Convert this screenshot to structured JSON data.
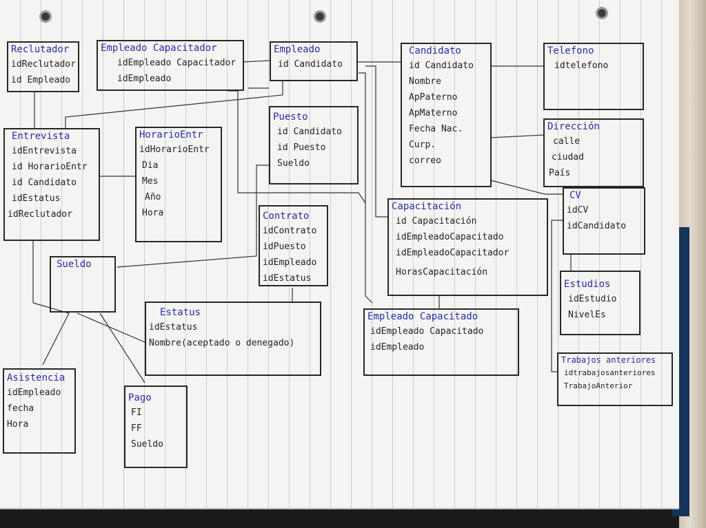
{
  "entities": {
    "reclutador": {
      "title": "Reclutador",
      "attrs": [
        "idReclutador",
        "id Empleado"
      ]
    },
    "empleado_capacitador": {
      "title": "Empleado Capacitador",
      "attrs": [
        "idEmpleado Capacitador",
        "idEmpleado"
      ]
    },
    "empleado": {
      "title": "Empleado",
      "attrs": [
        "id Candidato"
      ]
    },
    "candidato": {
      "title": "Candidato",
      "attrs": [
        "id Candidato",
        "Nombre",
        "ApPaterno",
        "ApMaterno",
        "Fecha Nac.",
        "Curp.",
        "correo"
      ]
    },
    "telefono": {
      "title": "Telefono",
      "attrs": [
        "idtelefono"
      ]
    },
    "entrevista": {
      "title": "Entrevista",
      "attrs": [
        "idEntrevista",
        "id HorarioEntr",
        "id Candidato",
        "idEstatus",
        "idReclutador"
      ]
    },
    "horario_entr": {
      "title": "HorarioEntr",
      "attrs": [
        "idHorarioEntr",
        "Dia",
        "Mes",
        "Año",
        "Hora"
      ]
    },
    "puesto": {
      "title": "Puesto",
      "attrs": [
        "id Candidato",
        "id Puesto",
        "Sueldo"
      ]
    },
    "direccion": {
      "title": "Dirección",
      "attrs": [
        "calle",
        "ciudad",
        "País"
      ]
    },
    "cv": {
      "title": "CV",
      "attrs": [
        "idCV",
        "idCandidato"
      ]
    },
    "contrato": {
      "title": "Contrato",
      "attrs": [
        "idContrato",
        "idPuesto",
        "idEmpleado",
        "idEstatus"
      ]
    },
    "capacitacion": {
      "title": "Capacitación",
      "attrs": [
        "id Capacitación",
        "idEmpleadoCapacitado",
        "idEmpleadoCapacitador",
        "HorasCapacitación"
      ]
    },
    "sueldo": {
      "title": "Sueldo",
      "attrs": []
    },
    "estudios": {
      "title": "Estudios",
      "attrs": [
        "idEstudio",
        "NivelEs"
      ]
    },
    "estatus": {
      "title": "Estatus",
      "attrs": [
        "idEstatus",
        "Nombre(aceptado o denegado)"
      ]
    },
    "empleado_capacitado": {
      "title": "Empleado Capacitado",
      "attrs": [
        "idEmpleado Capacitado",
        "idEmpleado"
      ]
    },
    "trabajos_anteriores": {
      "title": "Trabajos anteriores",
      "attrs": [
        "idtrabajosanteriores",
        "TrabajoAnterior"
      ]
    },
    "asistencia": {
      "title": "Asistencia",
      "attrs": [
        "idEmpleado",
        "fecha",
        "Hora"
      ]
    },
    "pago": {
      "title": "Pago",
      "attrs": [
        "FI",
        "FF",
        "Sueldo"
      ]
    }
  }
}
